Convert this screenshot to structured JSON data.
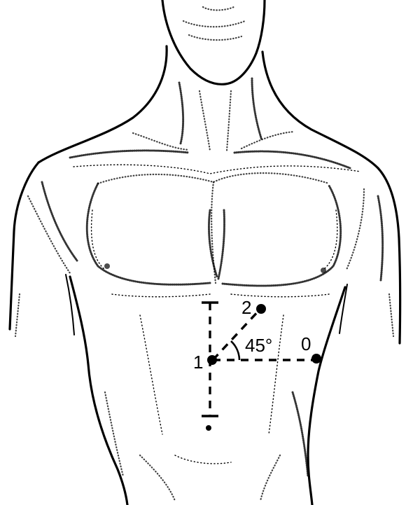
{
  "labels": {
    "origin": "1",
    "point_diagonal": "2",
    "point_horizontal": "0",
    "angle": "45°"
  }
}
